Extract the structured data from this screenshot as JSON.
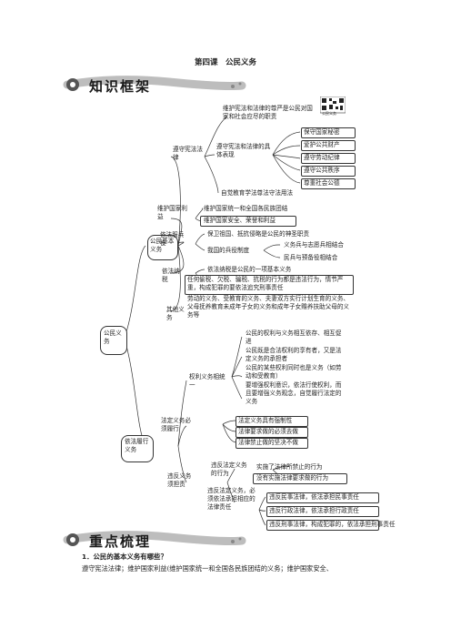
{
  "page_title": "第四课　公民义务",
  "banner1": "知识框架",
  "banner2": "重点梳理",
  "qr_label": "公民义务",
  "root": "公民义务",
  "branch_a": {
    "label": "公民基本义务",
    "nodes": {
      "zunshou": "遵守宪法法律",
      "zunshou_top": "维护宪法和法律的尊严是公民对国家和社会应尽的职责",
      "zunshou_mid": "遵守宪法和法律的具体表现",
      "zunshou_items": [
        "保守国家秘密",
        "爱护公共财产",
        "遵守劳动纪律",
        "遵守公共秩序",
        "尊重社会公德"
      ],
      "zunshou_bottom": "自觉教育学法尊法守法用法",
      "weihu": "维护国家利益",
      "weihu_items": [
        "维护国家统一和全国各民族团结",
        "维护国家安全、荣誉和利益"
      ],
      "bingyi": "依法服兵役",
      "bingyi_top": "保卫祖国、抵抗侵略是公民的神圣职责",
      "bingyi_mid": "我国的兵役制度",
      "bingyi_items": [
        "义务兵与志愿兵相结合",
        "民兵与预备役相结合"
      ],
      "nashui": "依法纳税",
      "nashui_top": "依法纳税是公民的一项基本义务",
      "nashui_text": "任何偷税、欠税、骗税、抗税的行为都是违法行为，情节严重，构成犯罪的要依法追究刑事责任",
      "qita": "其他义务",
      "qita_text": "劳动的义务、受教育的义务、夫妻双方实行计划生育的义务、父母抚养教育未成年子女的义务和成年子女赡养扶助父母的义务等"
    }
  },
  "branch_b": {
    "label": "依法履行义务",
    "nodes": {
      "quanli": "权利义务相统一",
      "quanli_items": [
        "公民的权利与义务相互依存、相互促进",
        "公民既是合法权利的享有者，又是法定义务的承担者",
        "公民的某些权利同时也是义务（如劳动和受教育）",
        "要增强权利意识，依法行使权利，而且要增强义务观念，自觉履行法定的义务"
      ],
      "fading": "法定义务必须履行",
      "fading_items": [
        "法定义务具有强制性",
        "法律要求做的必须去做",
        "法律禁止做的坚决不做"
      ],
      "weifan": "违反义务须担责",
      "weifan_mid": "违反法定义务的行为",
      "weifan_mid_items": [
        "实施了法律所禁止的行为",
        "没有实施法律要求做的行为"
      ],
      "weifan_low": "违反法定义务，必须依法承担相应的法律责任",
      "weifan_low_items": [
        "违反民事法律，依法承担民事责任",
        "违反行政法律，依法承担行政责任",
        "违反刑事法律，构成犯罪的，依法承担刑事责任"
      ]
    }
  },
  "question1": "1．公民的基本义务有哪些？",
  "answer1": "遵守宪法法律；维护国家利益(维护国家统一和全国各民族团结的义务；维护国家安全、"
}
